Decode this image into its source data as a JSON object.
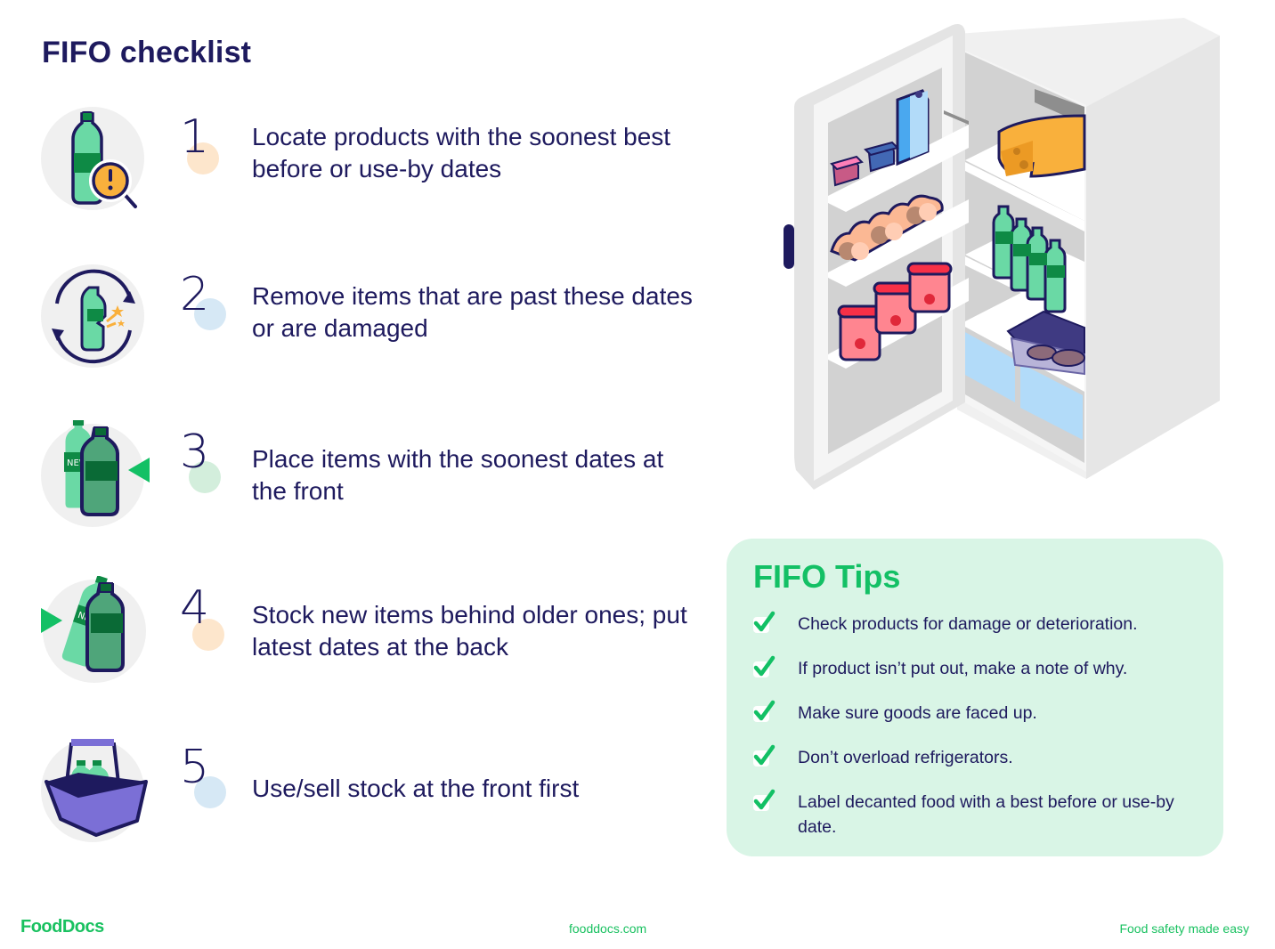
{
  "page": {
    "title": "FIFO checklist"
  },
  "steps": [
    {
      "number": "1",
      "text": "Locate products with the soonest best before or use-by dates",
      "icon": "bottle-magnifier-warning-icon",
      "dot_color": "#fde6cc"
    },
    {
      "number": "2",
      "text": "Remove items that are past these dates or are damaged",
      "icon": "damaged-bottle-cycle-icon",
      "dot_color": "#d6e8f5"
    },
    {
      "number": "3",
      "text": "Place items with the soonest dates at the front",
      "icon": "bottles-front-arrow-icon",
      "dot_color": "#d3eedc"
    },
    {
      "number": "4",
      "text": "Stock new items behind older ones; put latest dates at the back",
      "icon": "bottles-back-arrow-icon",
      "dot_color": "#fde6cc"
    },
    {
      "number": "5",
      "text": "Use/sell stock at the front first",
      "icon": "basket-bottles-icon",
      "dot_color": "#d6e8f5"
    }
  ],
  "illustration": {
    "name": "open-refrigerator-illustration",
    "items": [
      "milk carton",
      "yogurt cups",
      "eggs",
      "jam jars",
      "cheese wheel",
      "green bottles",
      "meat container",
      "crisper drawers"
    ]
  },
  "tips": {
    "heading": "FIFO Tips",
    "items": [
      "Check products for damage or deterioration.",
      "If product isn’t put out, make a note of why.",
      "Make sure goods are faced up.",
      "Don’t overload refrigerators.",
      "Label decanted food with a best before or use-by date."
    ]
  },
  "footer": {
    "logo": "FoodDocs",
    "url": "fooddocs.com",
    "tagline": "Food safety made easy"
  },
  "colors": {
    "navy": "#1e1a5e",
    "green": "#13c065",
    "tips_bg": "#d9f5e6",
    "icon_bg": "#f0f0f0"
  }
}
